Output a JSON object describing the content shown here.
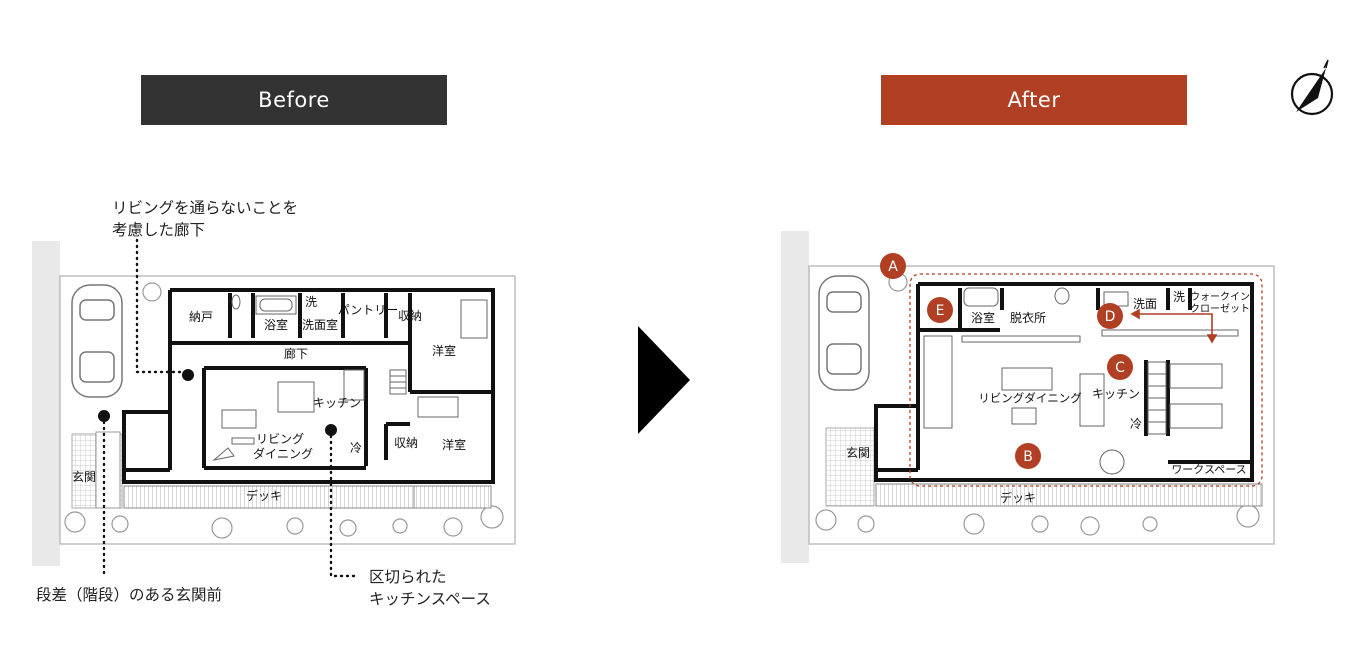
{
  "headers": {
    "before": "Before",
    "after": "After"
  },
  "colors": {
    "before_header": "#333333",
    "after_header": "#b03f24",
    "marker": "#b03f24"
  },
  "callouts": {
    "corridor": [
      "リビングを通らないことを",
      "考慮した廊下"
    ],
    "entrance": "段差（階段）のある玄関前",
    "kitchen": [
      "区切られた",
      "キッチンスペース"
    ]
  },
  "before_rooms": {
    "storage_room": "納戸",
    "bath": "浴室",
    "wash_small": "洗",
    "washroom": "洗面室",
    "pantry": "パントリー",
    "closet_top": "収納",
    "corridor": "廊下",
    "western_top": "洋室",
    "kitchen": "キッチン",
    "living_1": "リビング",
    "living_2": "ダイニング",
    "fridge": "冷",
    "closet_bottom": "収納",
    "western_bottom": "洋室",
    "entrance": "玄関",
    "deck": "デッキ"
  },
  "after_rooms": {
    "bath": "浴室",
    "dressing": "脱衣所",
    "washbasin": "洗面",
    "wash_small": "洗",
    "walkin_1": "ウォークイン",
    "walkin_2": "クローゼット",
    "living_dining": "リビングダイニング",
    "kitchen": "キッチン",
    "fridge": "冷",
    "workspace": "ワークスペース",
    "entrance": "玄関",
    "deck": "デッキ"
  },
  "markers": [
    "A",
    "B",
    "C",
    "D",
    "E"
  ],
  "icons": [
    "compass-icon",
    "car-icon",
    "tree-icon",
    "arrow-right-icon"
  ]
}
